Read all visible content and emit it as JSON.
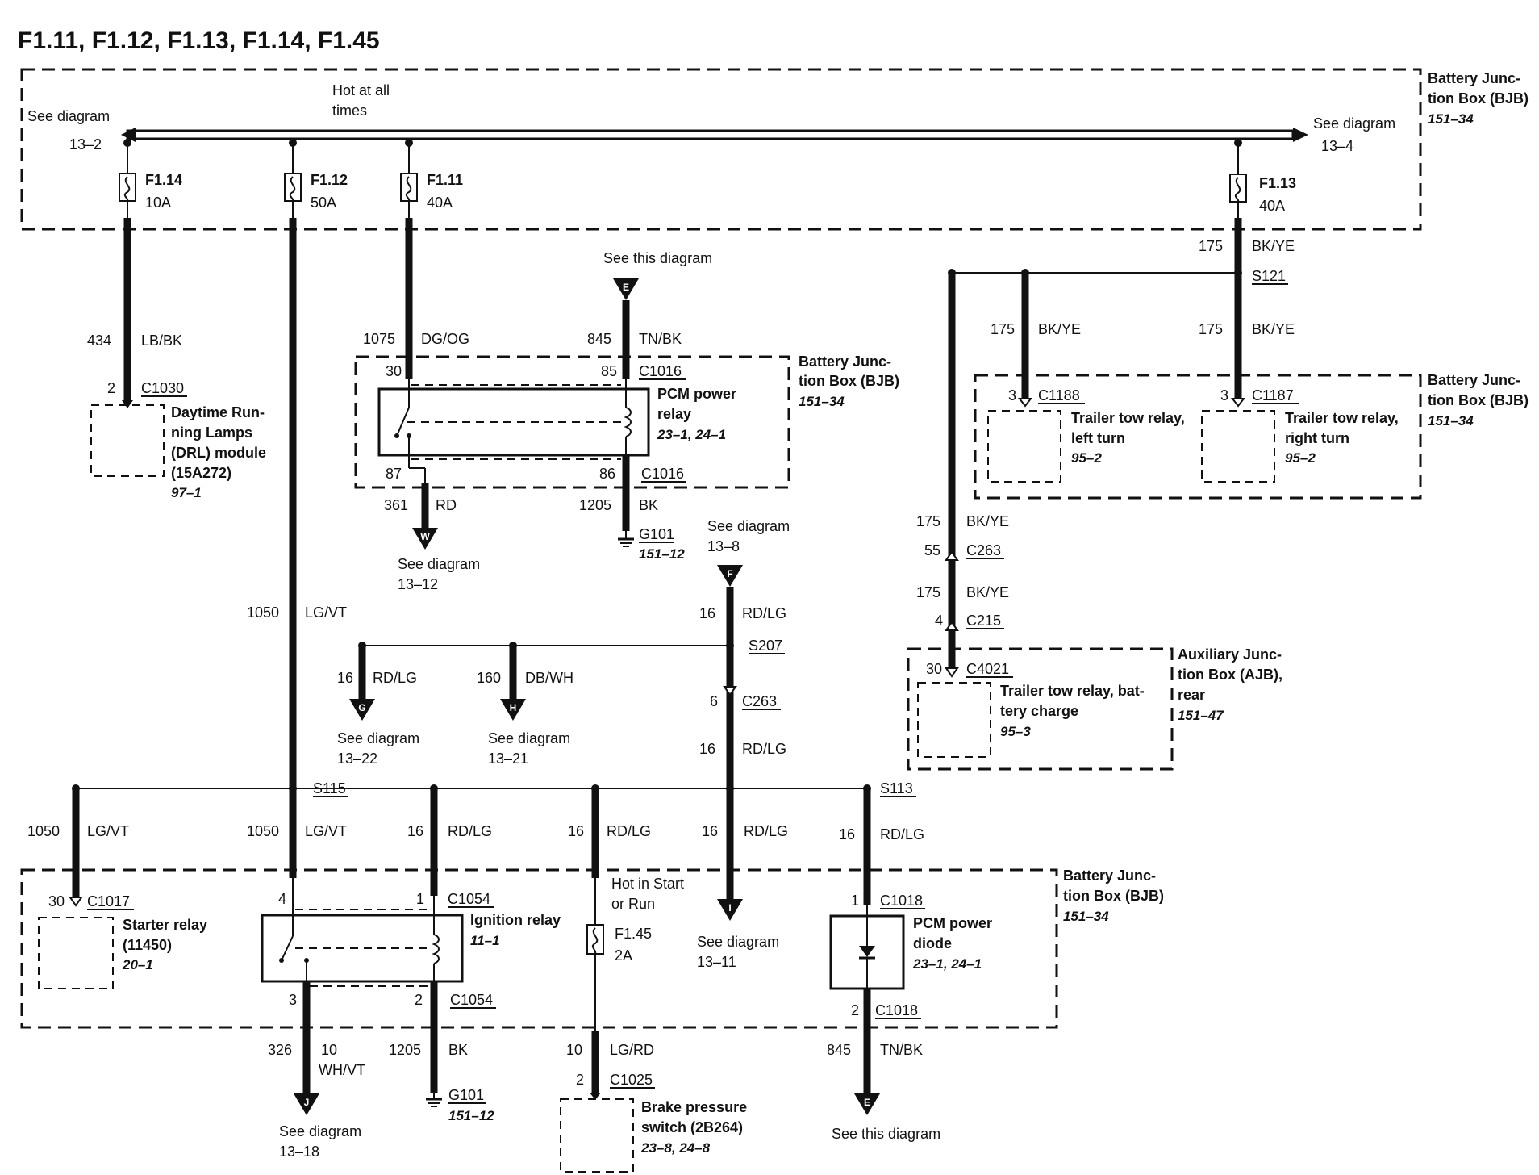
{
  "title": "F1.11, F1.12,  F1.13, F1.14, F1.45",
  "bus": {
    "hot_at_all_times": [
      "Hot at all",
      "times"
    ],
    "left_ref": [
      "See diagram",
      "13–2"
    ],
    "right_ref": [
      "See diagram",
      "13–4"
    ]
  },
  "fuses": {
    "f114": {
      "name": "F1.14",
      "rating": "10A"
    },
    "f112": {
      "name": "F1.12",
      "rating": "50A"
    },
    "f111": {
      "name": "F1.11",
      "rating": "40A"
    },
    "f113": {
      "name": "F1.13",
      "rating": "40A"
    },
    "f145": {
      "name": "F1.45",
      "rating": "2A"
    }
  },
  "box_labels": {
    "bjb_top": [
      "Battery Junc-",
      "tion Box (BJB)",
      "151–34"
    ],
    "bjb_pcm": [
      "Battery Junc-",
      "tion Box (BJB)",
      "151–34"
    ],
    "bjb_trailer": [
      "Battery Junc-",
      "tion Box (BJB)",
      "151–34"
    ],
    "ajb": [
      "Auxiliary Junc-",
      "tion Box (AJB),",
      "rear",
      "151–47"
    ],
    "bjb_bottom": [
      "Battery Junc-",
      "tion Box (BJB)",
      "151–34"
    ]
  },
  "components": {
    "drl": [
      "Daytime Run-",
      "ning Lamps",
      "(DRL) module",
      "(15A272)",
      "97–1"
    ],
    "pcm_relay": [
      "PCM power",
      "relay",
      "23–1, 24–1"
    ],
    "trailer_left": [
      "Trailer tow relay,",
      "left turn",
      "95–2"
    ],
    "trailer_right": [
      "Trailer tow relay,",
      "right turn",
      "95–2"
    ],
    "trailer_batt": [
      "Trailer tow relay, bat-",
      "tery charge",
      "95–3"
    ],
    "starter": [
      "Starter relay",
      "(11450)",
      "20–1"
    ],
    "ignition": [
      "Ignition relay",
      "11–1"
    ],
    "pcm_diode": [
      "PCM power",
      "diode",
      "23–1, 24–1"
    ],
    "brake": [
      "Brake pressure",
      "switch (2B264)",
      "23–8, 24–8"
    ],
    "hot_start_run": [
      "Hot in Start",
      "or Run"
    ]
  },
  "wires": {
    "w434": {
      "num": "434",
      "color": "LB/BK"
    },
    "w1075": {
      "num": "1075",
      "color": "DG/OG"
    },
    "w845_top": {
      "num": "845",
      "color": "TN/BK"
    },
    "w361": {
      "num": "361",
      "color": "RD"
    },
    "w1205_top": {
      "num": "1205",
      "color": "BK"
    },
    "w1050_main": {
      "num": "1050",
      "color": "LG/VT"
    },
    "w175_a": {
      "num": "175",
      "color": "BK/YE"
    },
    "w175_b": {
      "num": "175",
      "color": "BK/YE"
    },
    "w175_c": {
      "num": "175",
      "color": "BK/YE"
    },
    "w175_d": {
      "num": "175",
      "color": "BK/YE"
    },
    "w175_e": {
      "num": "175",
      "color": "BK/YE"
    },
    "w16_f": {
      "num": "16",
      "color": "RD/LG"
    },
    "w16_g": {
      "num": "16",
      "color": "RD/LG"
    },
    "w160_h": {
      "num": "160",
      "color": "DB/WH"
    },
    "w16_c263": {
      "num": "16",
      "color": "RD/LG"
    },
    "w1050_starter": {
      "num": "1050",
      "color": "LG/VT"
    },
    "w1050_s115": {
      "num": "1050",
      "color": "LG/VT"
    },
    "w16_ign": {
      "num": "16",
      "color": "RD/LG"
    },
    "w16_f145": {
      "num": "16",
      "color": "RD/LG"
    },
    "w16_i": {
      "num": "16",
      "color": "RD/LG"
    },
    "w16_diode": {
      "num": "16",
      "color": "RD/LG"
    },
    "w326": {
      "num": "326",
      "gauge": "10",
      "color": "WH/VT"
    },
    "w1205_bot": {
      "num": "1205",
      "color": "BK"
    },
    "w10_brake": {
      "num": "10",
      "color": "LG/RD"
    },
    "w845_bot": {
      "num": "845",
      "color": "TN/BK"
    }
  },
  "connectors": {
    "c1030": {
      "pin": "2",
      "name": "C1030"
    },
    "c1016_85": {
      "pin": "85",
      "name": "C1016"
    },
    "c1016_30": {
      "pin": "30"
    },
    "c1016_87": {
      "pin": "87"
    },
    "c1016_86": {
      "pin": "86",
      "name": "C1016"
    },
    "c1188": {
      "pin": "3",
      "name": "C1188"
    },
    "c1187": {
      "pin": "3",
      "name": "C1187"
    },
    "c263_top": {
      "pin": "55",
      "name": "C263"
    },
    "c215": {
      "pin": "4",
      "name": "C215"
    },
    "c4021": {
      "pin": "30",
      "name": "C4021"
    },
    "c263_mid": {
      "pin": "6",
      "name": "C263"
    },
    "c1017": {
      "pin": "30",
      "name": "C1017"
    },
    "c1054_4": {
      "pin": "4"
    },
    "c1054_1": {
      "pin": "1",
      "name": "C1054"
    },
    "c1054_3": {
      "pin": "3"
    },
    "c1054_2": {
      "pin": "2",
      "name": "C1054"
    },
    "c1018_1": {
      "pin": "1",
      "name": "C1018"
    },
    "c1018_2": {
      "pin": "2",
      "name": "C1018"
    },
    "c1025": {
      "pin": "2",
      "name": "C1025"
    }
  },
  "splices": {
    "s121": "S121",
    "s207": "S207",
    "s115": "S115",
    "s113": "S113"
  },
  "grounds": {
    "g101_top": [
      "G101",
      "151–12"
    ],
    "g101_bot": [
      "G101",
      "151–12"
    ]
  },
  "refs": {
    "E_top": {
      "letter": "E",
      "text": [
        "See this diagram"
      ]
    },
    "W": {
      "letter": "W",
      "text": [
        "See diagram",
        "13–12"
      ]
    },
    "F": {
      "letter": "F",
      "text": [
        "See diagram",
        "13–8"
      ]
    },
    "G": {
      "letter": "G",
      "text": [
        "See diagram",
        "13–22"
      ]
    },
    "H": {
      "letter": "H",
      "text": [
        "See diagram",
        "13–21"
      ]
    },
    "I": {
      "letter": "I",
      "text": [
        "See diagram",
        "13–11"
      ]
    },
    "J": {
      "letter": "J",
      "text": [
        "See diagram",
        "13–18"
      ]
    },
    "E_bot": {
      "letter": "E",
      "text": [
        "See this diagram"
      ]
    }
  }
}
